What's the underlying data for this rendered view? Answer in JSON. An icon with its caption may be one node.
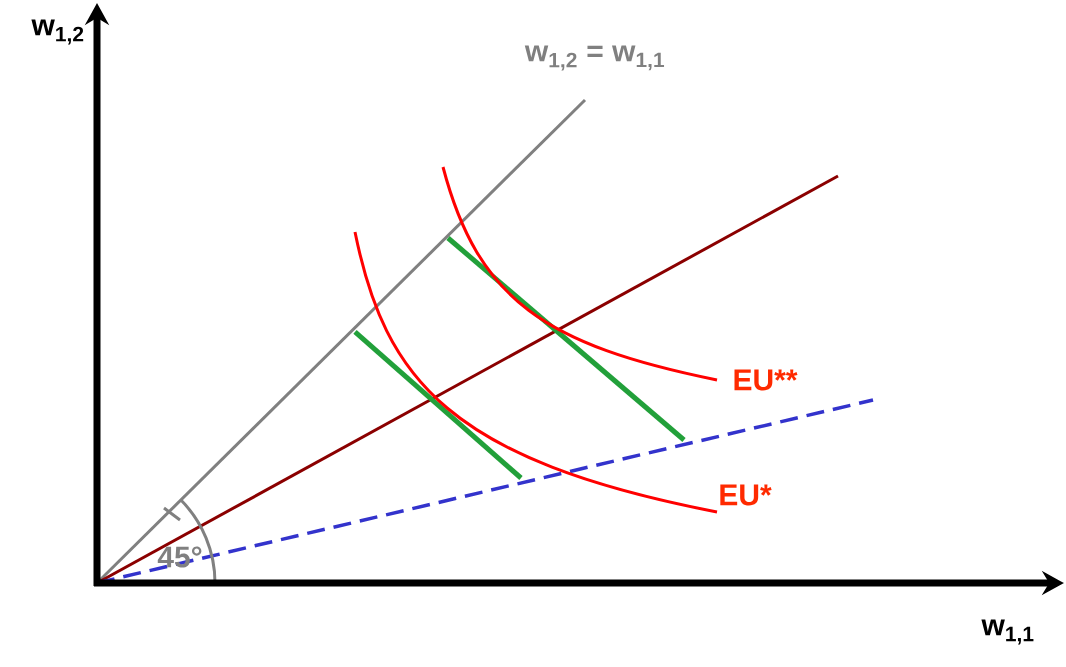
{
  "diagram": {
    "labels": [
      "w$_{1,2}$",
      "w$_{1,2}$ = w$_{1,1}$",
      "EU**",
      "EU*",
      "45°",
      "w$_{1,1}$"
    ]
  }
}
